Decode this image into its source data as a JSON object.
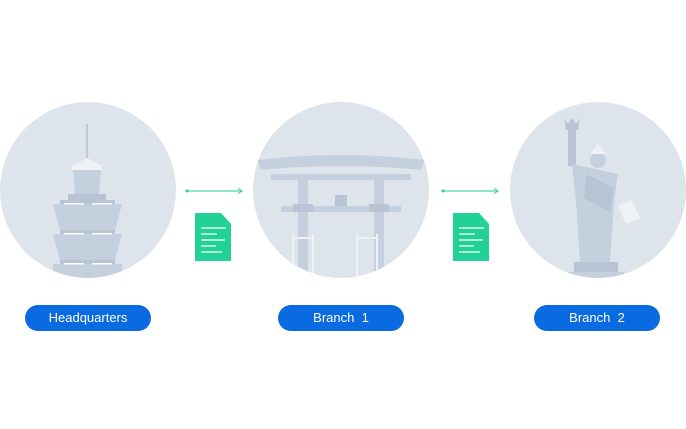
{
  "nodes": [
    {
      "label": "Headquarters",
      "icon": "taipei-101-tower-icon"
    },
    {
      "label": "Branch  1",
      "icon": "torii-gate-icon"
    },
    {
      "label": "Branch  2",
      "icon": "statue-of-liberty-icon"
    }
  ],
  "colors": {
    "circle": "#dde4ec",
    "pill": "#0a6ae0",
    "accent": "#22d196",
    "building": "#c5d0de"
  }
}
